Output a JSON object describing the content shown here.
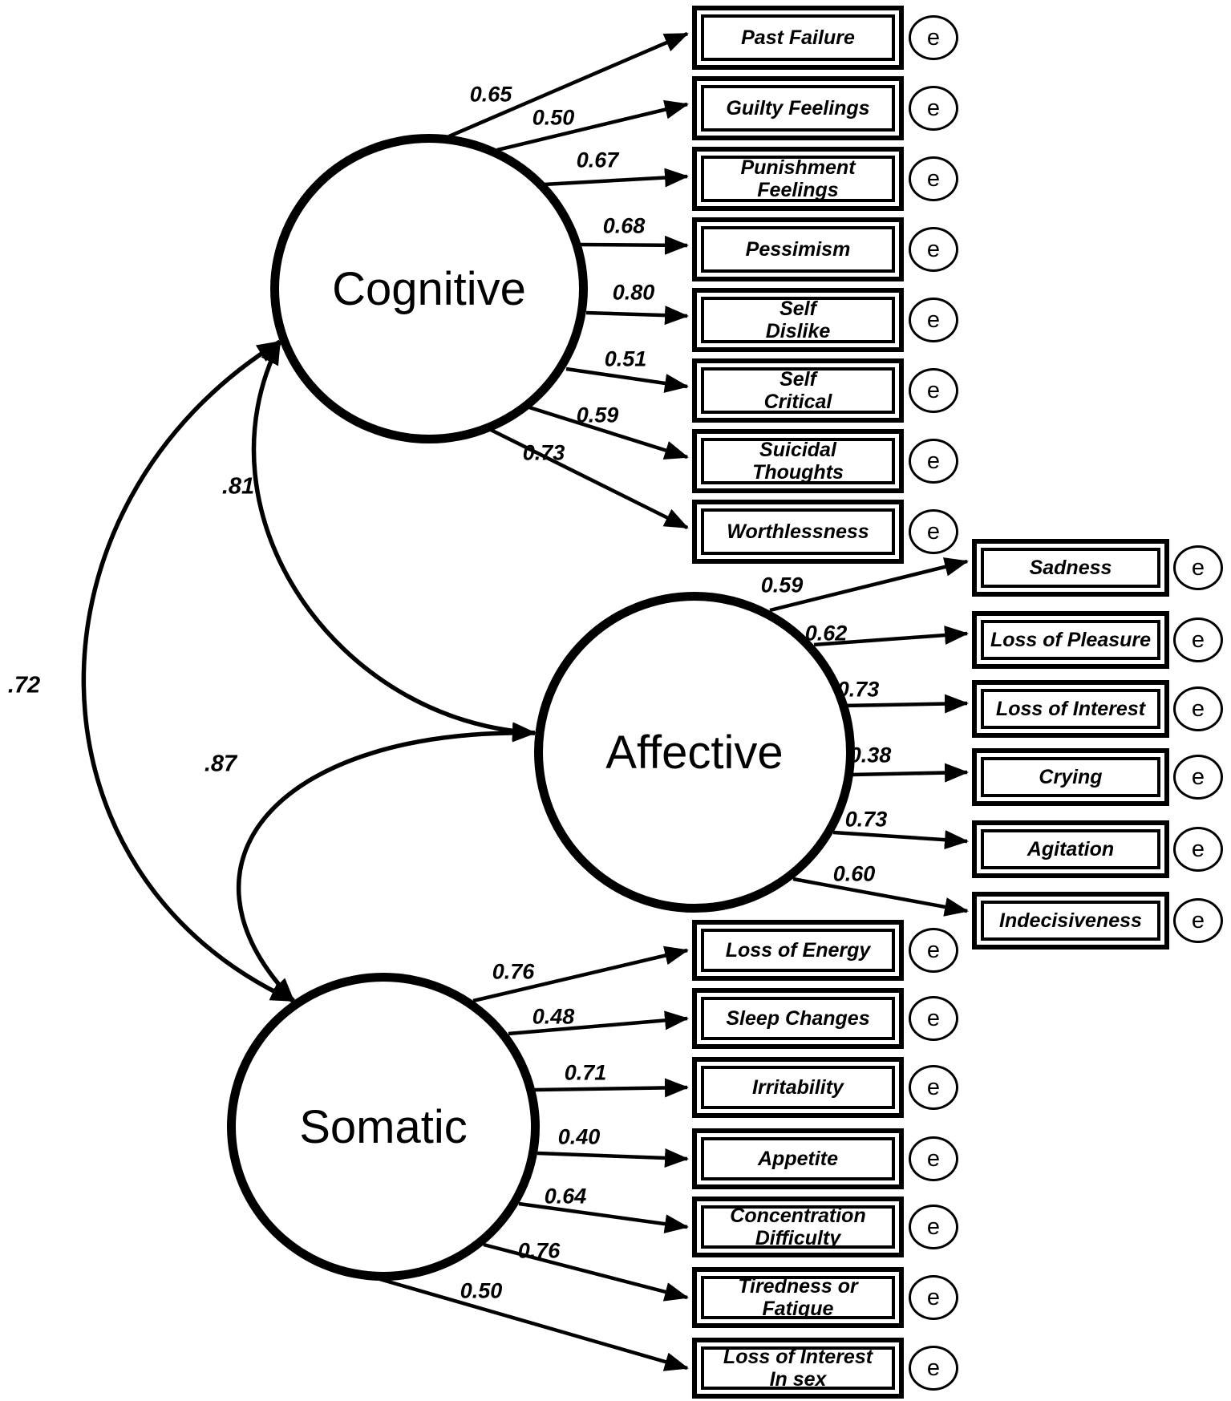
{
  "diagram": {
    "type": "confirmatory-factor-model",
    "error_label": "e",
    "colors": {
      "ink": "#000000",
      "background": "#ffffff"
    },
    "factors": [
      {
        "label": "Cognitive",
        "indicators": [
          {
            "label": "Past Failure",
            "loading": "0.65"
          },
          {
            "label": "Guilty Feelings",
            "loading": "0.50"
          },
          {
            "label": "Punishment\nFeelings",
            "loading": "0.67"
          },
          {
            "label": "Pessimism",
            "loading": "0.68"
          },
          {
            "label": "Self\nDislike",
            "loading": "0.80"
          },
          {
            "label": "Self\nCritical",
            "loading": "0.51"
          },
          {
            "label": "Suicidal\nThoughts",
            "loading": "0.59"
          },
          {
            "label": "Worthlessness",
            "loading": "0.73"
          }
        ]
      },
      {
        "label": "Affective",
        "indicators": [
          {
            "label": "Sadness",
            "loading": "0.59"
          },
          {
            "label": "Loss of Pleasure",
            "loading": "0.62"
          },
          {
            "label": "Loss of Interest",
            "loading": "0.73"
          },
          {
            "label": "Crying",
            "loading": "0.38"
          },
          {
            "label": "Agitation",
            "loading": "0.73"
          },
          {
            "label": "Indecisiveness",
            "loading": "0.60"
          }
        ]
      },
      {
        "label": "Somatic",
        "indicators": [
          {
            "label": "Loss of Energy",
            "loading": "0.76"
          },
          {
            "label": "Sleep Changes",
            "loading": "0.48"
          },
          {
            "label": "Irritability",
            "loading": "0.71"
          },
          {
            "label": "Appetite",
            "loading": "0.40"
          },
          {
            "label": "Concentration\nDifficulty",
            "loading": "0.64"
          },
          {
            "label": "Tiredness or\nFatigue",
            "loading": "0.76"
          },
          {
            "label": "Loss of Interest\nIn sex",
            "loading": "0.50"
          }
        ]
      }
    ],
    "correlations": [
      {
        "pair": "Cognitive-Affective",
        "value": ".81"
      },
      {
        "pair": "Cognitive-Somatic",
        "value": ".72"
      },
      {
        "pair": "Affective-Somatic",
        "value": ".87"
      }
    ]
  }
}
